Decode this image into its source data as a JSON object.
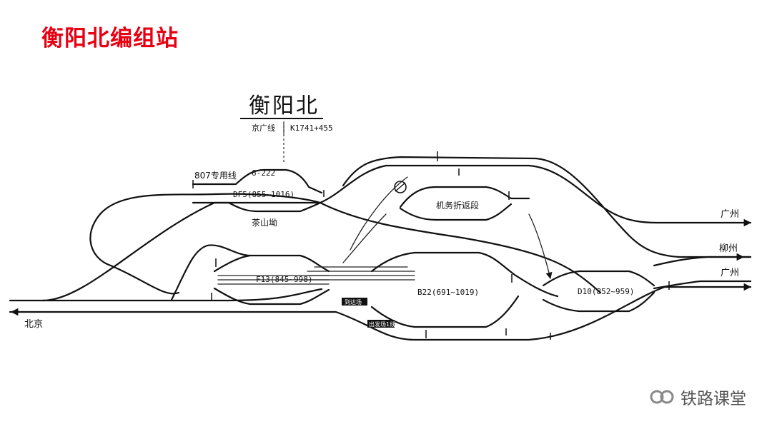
{
  "slide": {
    "title": "衡阳北编组站",
    "title_color": "#e60012"
  },
  "diagram": {
    "station_name": "衡阳北",
    "line_name": "京广线",
    "mileage": "K1741+455",
    "siding_label": "807专用线",
    "siding_code": "6-222",
    "yards": {
      "df5": "DF5(855~1016)",
      "f13": "F13(845~998)",
      "b22": "B22(691~1019)",
      "d10": "D10(852~959)"
    },
    "facilities": {
      "chashan": "茶山坳",
      "depot": "机务折返段"
    },
    "small_boxes": {
      "box1": "到达场",
      "box2": "出发场1线"
    },
    "destinations": {
      "beijing": "北京",
      "guangzhou_upper": "广州",
      "liuzhou": "柳州",
      "guangzhou_lower": "广州"
    },
    "icons": {
      "turntable": "turntable-icon",
      "logo": "wechat-channel-icon"
    }
  },
  "watermark": {
    "text": "铁路课堂"
  }
}
